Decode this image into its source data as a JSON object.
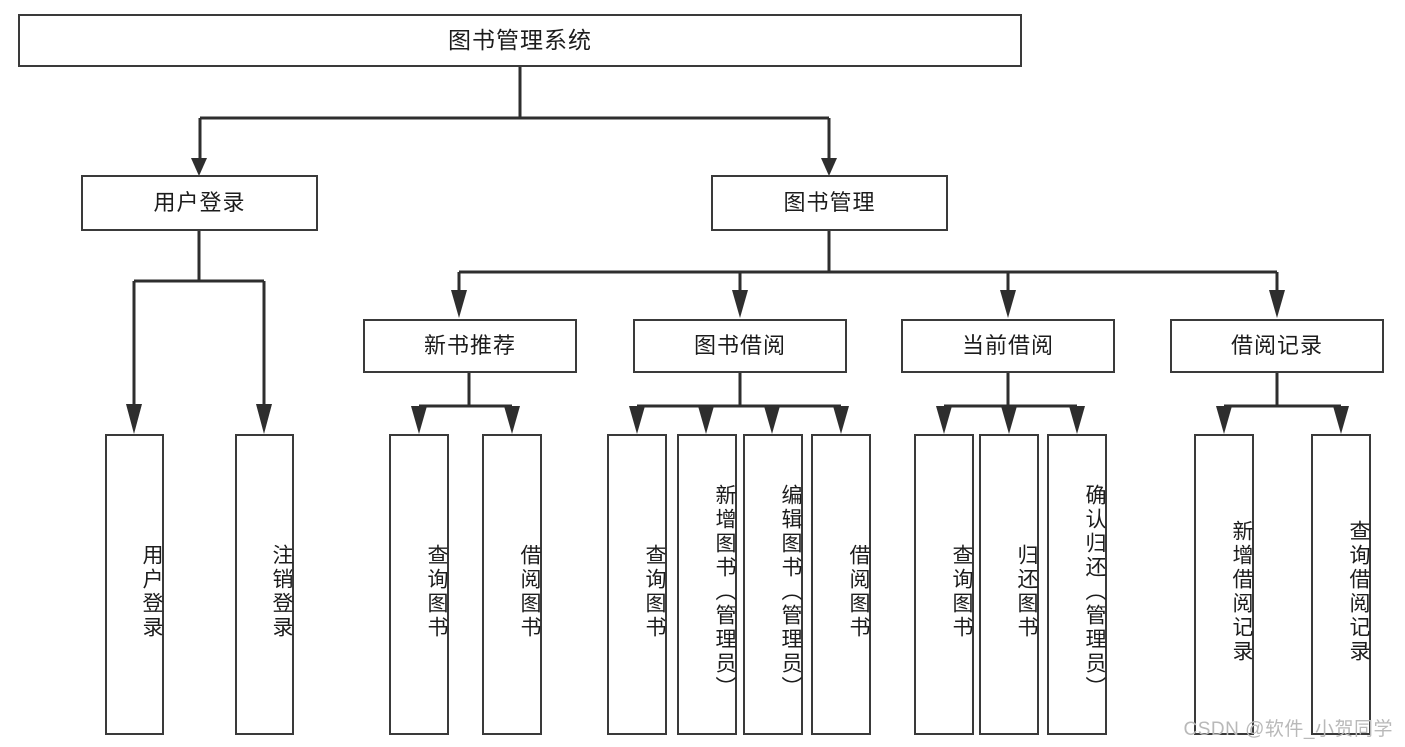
{
  "diagram": {
    "title": "图书管理系统",
    "type": "hierarchy-tree",
    "root": {
      "label": "图书管理系统"
    },
    "level2": [
      {
        "label": "用户登录"
      },
      {
        "label": "图书管理"
      }
    ],
    "level3": [
      {
        "label": "新书推荐"
      },
      {
        "label": "图书借阅"
      },
      {
        "label": "当前借阅"
      },
      {
        "label": "借阅记录"
      }
    ],
    "leaves": {
      "user_login": [
        {
          "label": "用户登录"
        },
        {
          "label": "注销登录"
        }
      ],
      "new_book_recommend": [
        {
          "label": "查询图书"
        },
        {
          "label": "借阅图书"
        }
      ],
      "book_borrow": [
        {
          "label": "查询图书"
        },
        {
          "label": "新增图书（管理员）"
        },
        {
          "label": "编辑图书（管理员）"
        },
        {
          "label": "借阅图书"
        }
      ],
      "current_borrow": [
        {
          "label": "查询图书"
        },
        {
          "label": "归还图书"
        },
        {
          "label": "确认归还（管理员）"
        }
      ],
      "borrow_record": [
        {
          "label": "新增借阅记录"
        },
        {
          "label": "查询借阅记录"
        }
      ]
    },
    "watermark": "CSDN @软件_小贺同学",
    "colors": {
      "stroke": "#3a3a3a",
      "background": "#ffffff",
      "text": "#1c1c1c",
      "watermark": "#b9b9b9"
    }
  }
}
